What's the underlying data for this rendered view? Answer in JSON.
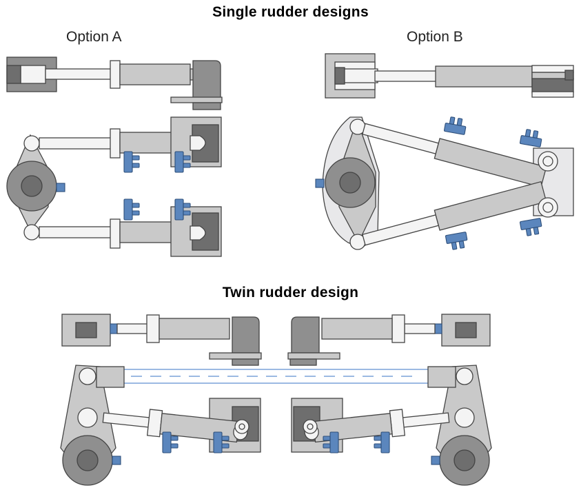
{
  "headings": {
    "single": "Single rudder designs",
    "option_a": "Option A",
    "option_b": "Option B",
    "twin": "Twin rudder design"
  },
  "colors": {
    "light_gray": "#c9c9c9",
    "mid_gray": "#8f8f8f",
    "dark_gray": "#6e6e6e",
    "pale_panel": "#e8e8ea",
    "mounts_blue": "#5b86bd",
    "tie_bar_blue": "#7aa2d8"
  }
}
